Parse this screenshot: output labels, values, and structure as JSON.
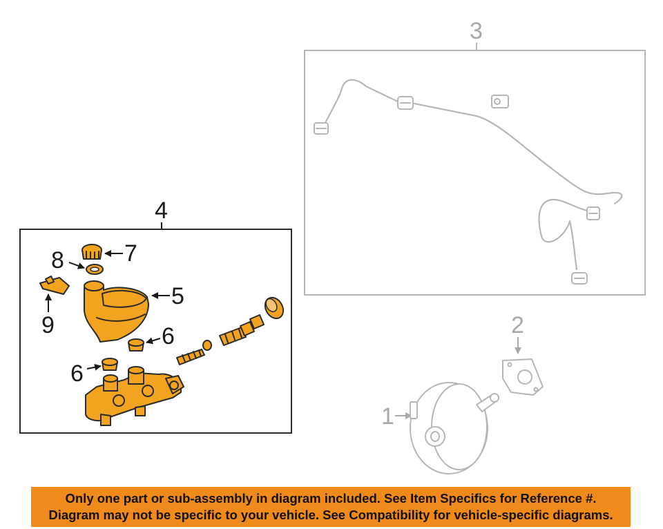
{
  "callouts": {
    "c1": "1",
    "c2": "2",
    "c3": "3",
    "c4": "4",
    "c5": "5",
    "c6a": "6",
    "c6b": "6",
    "c7": "7",
    "c8": "8",
    "c9": "9"
  },
  "disclaimer": {
    "line1": "Only one part or sub-assembly in diagram included. See Item Specifics for Reference #.",
    "line2": "Diagram may not be specific to your vehicle. See Compatibility for vehicle-specific diagrams."
  },
  "colors": {
    "highlight_part": "#f2a31f",
    "banner": "#ef8a1b",
    "inactive_part": "#b5b5b5"
  }
}
